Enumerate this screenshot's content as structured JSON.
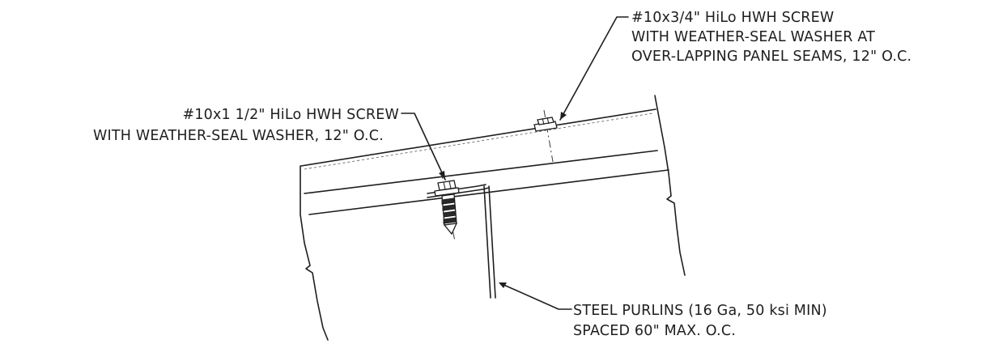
{
  "callouts": {
    "seam_screw": {
      "lines": [
        "#10x3/4\" HiLo HWH SCREW",
        "WITH WEATHER-SEAL WASHER AT",
        "OVER-LAPPING PANEL SEAMS, 12\" O.C."
      ]
    },
    "panel_screw": {
      "lines": [
        "#10x1 1/2\" HiLo HWH SCREW",
        "WITH WEATHER-SEAL WASHER, 12\" O.C."
      ]
    },
    "purlins": {
      "lines": [
        "STEEL PURLINS (16 Ga, 50 ksi MIN)",
        "SPACED 60\" MAX. O.C."
      ]
    }
  }
}
